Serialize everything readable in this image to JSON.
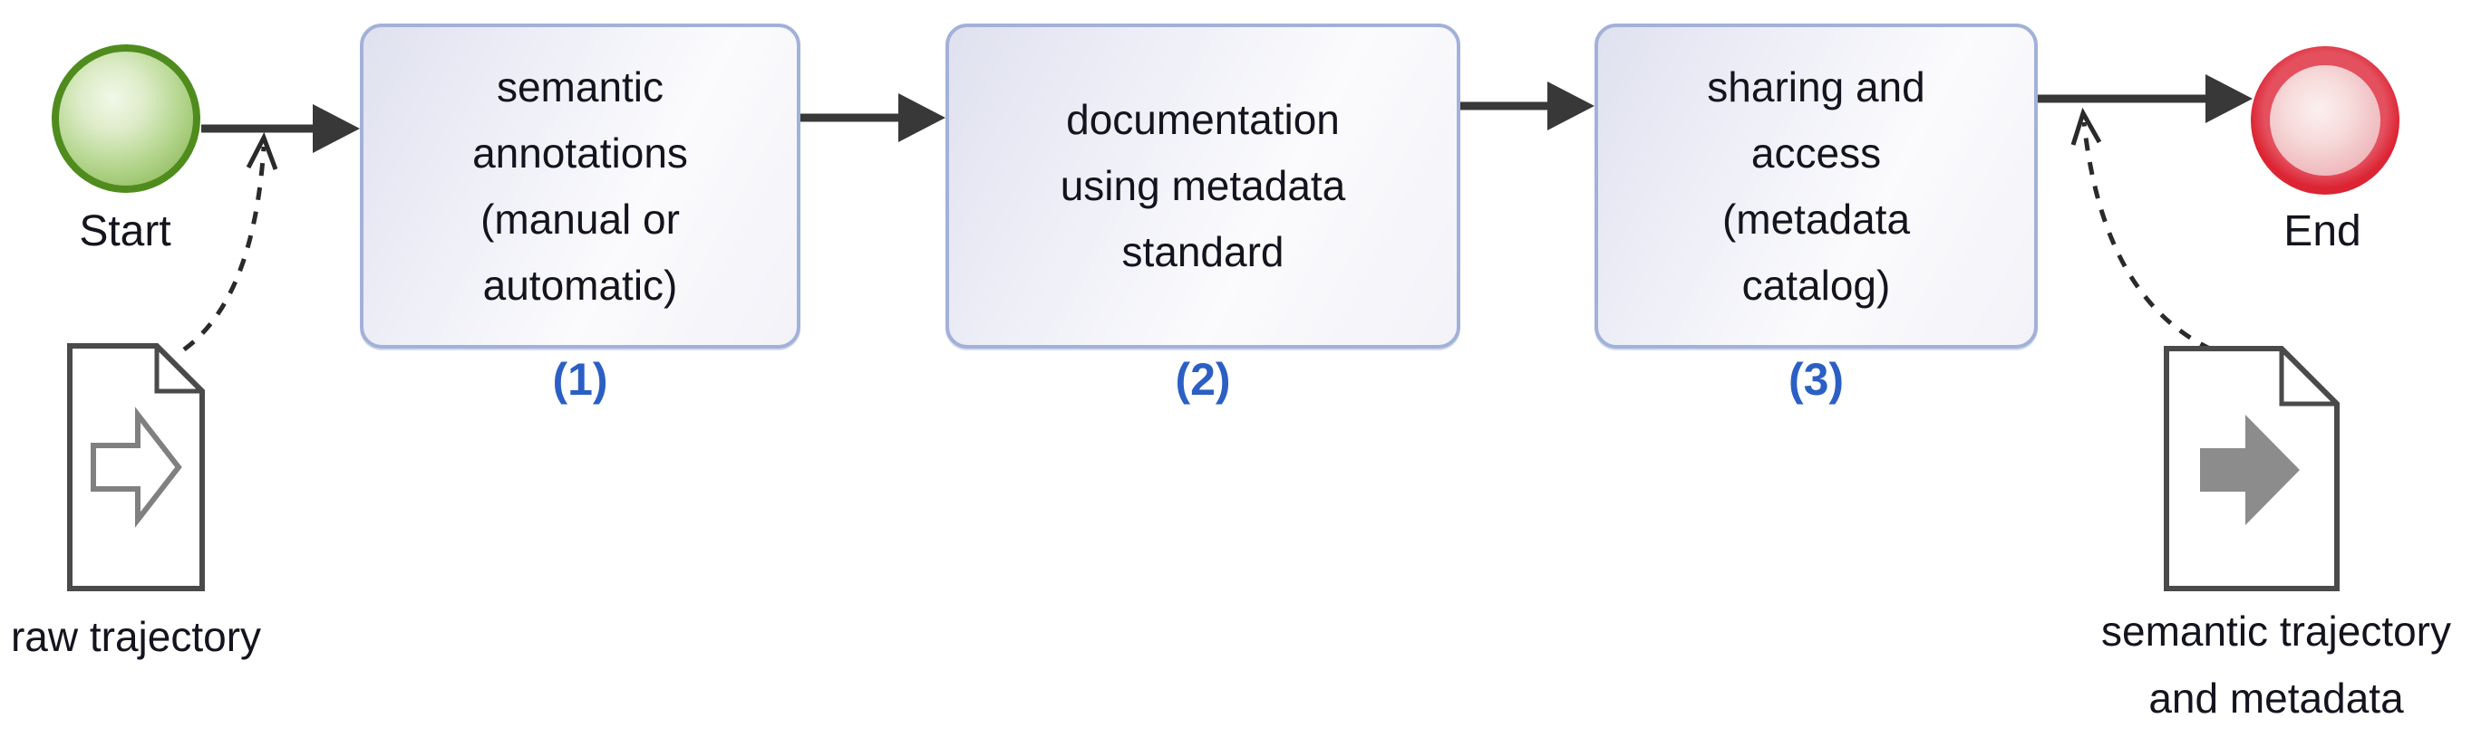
{
  "start_event": {
    "label": "Start"
  },
  "end_event": {
    "label": "End"
  },
  "tasks": [
    {
      "text": "semantic\nannotations\n(manual or\nautomatic)",
      "number": "(1)"
    },
    {
      "text": "documentation\nusing metadata\nstandard",
      "number": "(2)"
    },
    {
      "text": "sharing and\naccess\n(metadata\ncatalog)",
      "number": "(3)"
    }
  ],
  "data_objects": [
    {
      "label": "raw trajectory"
    },
    {
      "label": "semantic trajectory\nand metadata"
    }
  ],
  "colors": {
    "task_border": "#a2b1d8",
    "task_fill_top": "#e0e1ef",
    "task_fill_bottom": "#fbfbfd",
    "task_number_blue": "#2b5fc4",
    "start_fill_green": "#8bba58",
    "start_border_green": "#4f8c1d",
    "end_ring_red": "#dc2433",
    "end_inner_pink": "#f7dcdb",
    "arrow_dark": "#383838",
    "document_border_gray": "#4a4a4a",
    "document_arrow_gray": "#8c8c8c",
    "text_dark": "#14141e"
  }
}
